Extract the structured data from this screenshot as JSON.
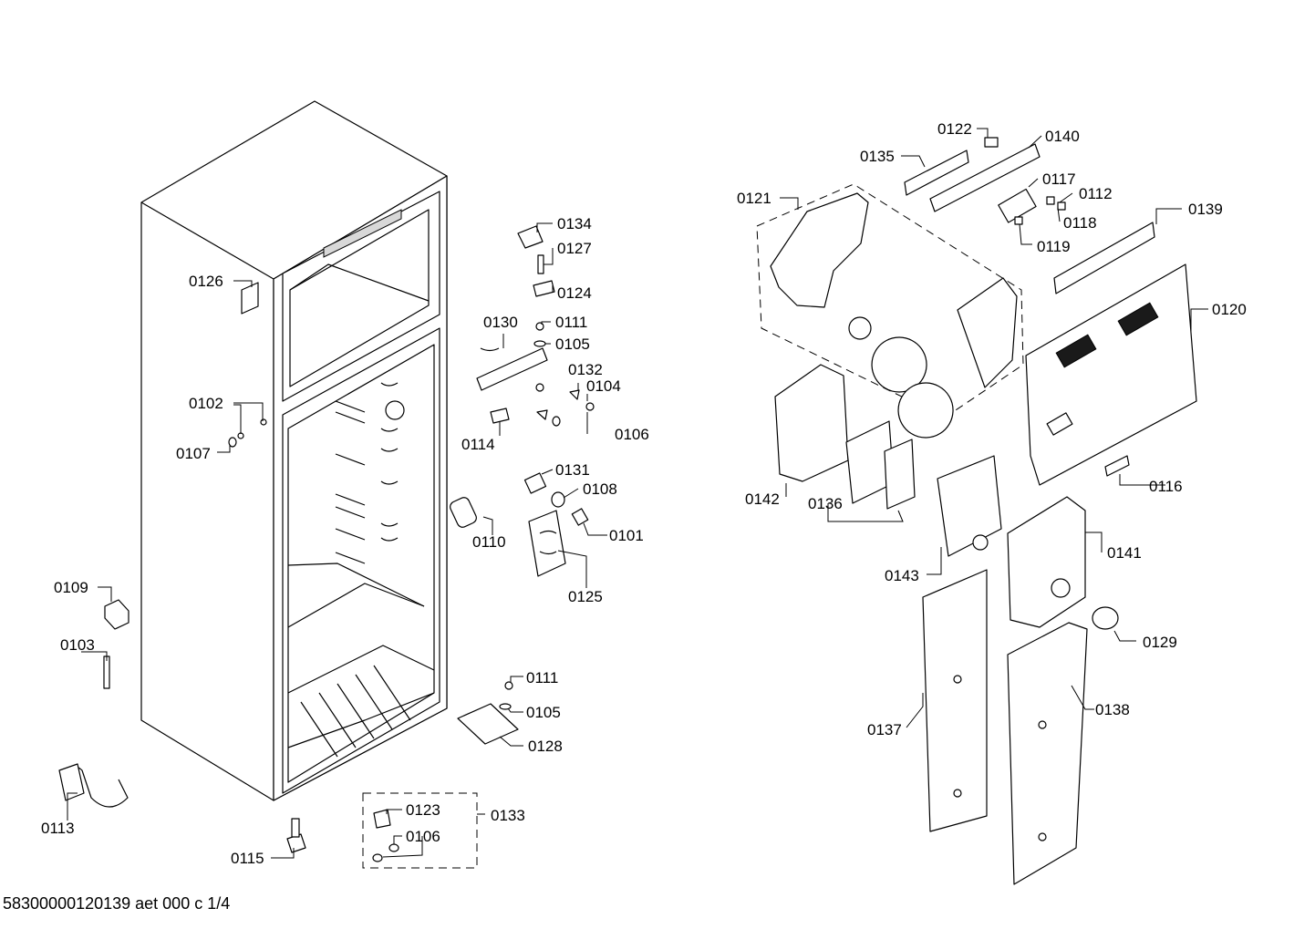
{
  "drawing_code": "58300000120139 aet 000 c 1/4",
  "callouts": {
    "c0101": "0101",
    "c0102": "0102",
    "c0103": "0103",
    "c0104": "0104",
    "c0105a": "0105",
    "c0105b": "0105",
    "c0106a": "0106",
    "c0106b": "0106",
    "c0107": "0107",
    "c0108": "0108",
    "c0109": "0109",
    "c0110": "0110",
    "c0111a": "0111",
    "c0111b": "0111",
    "c0112": "0112",
    "c0113": "0113",
    "c0114": "0114",
    "c0115": "0115",
    "c0116": "0116",
    "c0117": "0117",
    "c0118": "0118",
    "c0119": "0119",
    "c0120": "0120",
    "c0121": "0121",
    "c0122": "0122",
    "c0123": "0123",
    "c0124": "0124",
    "c0125": "0125",
    "c0126": "0126",
    "c0127": "0127",
    "c0128": "0128",
    "c0129": "0129",
    "c0130": "0130",
    "c0131": "0131",
    "c0132": "0132",
    "c0133": "0133",
    "c0134": "0134",
    "c0135": "0135",
    "c0136": "0136",
    "c0137": "0137",
    "c0138": "0138",
    "c0139": "0139",
    "c0140": "0140",
    "c0141": "0141",
    "c0142": "0142",
    "c0143": "0143"
  }
}
